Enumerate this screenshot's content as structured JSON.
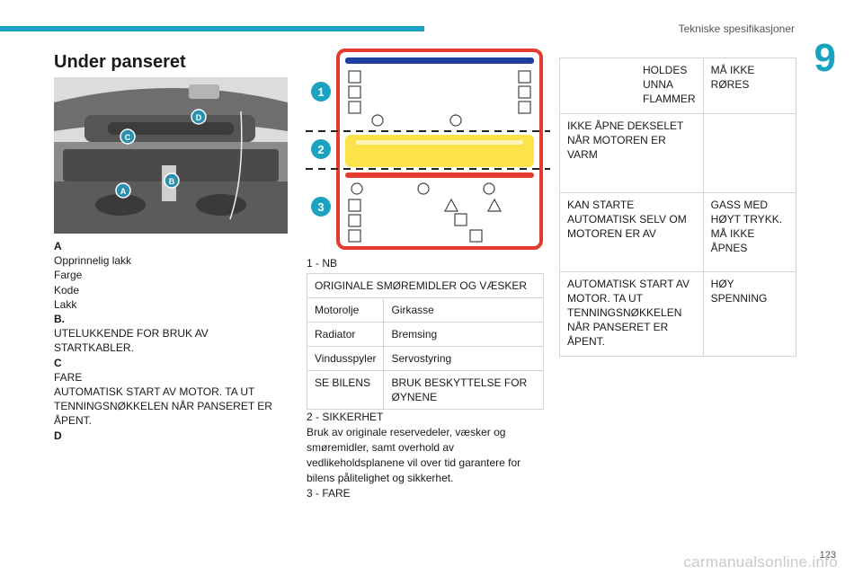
{
  "header": {
    "section_title": "Tekniske spesifikasjoner",
    "chapter_number": "9"
  },
  "page_title": "Under panseret",
  "photo_labels": {
    "a": "A",
    "b": "B",
    "c": "C",
    "d": "D"
  },
  "labels_list": [
    {
      "text": "A",
      "bold": true
    },
    {
      "text": "Opprinnelig lakk",
      "bold": false
    },
    {
      "text": "Farge",
      "bold": false
    },
    {
      "text": "Kode",
      "bold": false
    },
    {
      "text": "Lakk",
      "bold": false
    },
    {
      "text": "B.",
      "bold": true
    },
    {
      "text": "UTELUKKENDE FOR BRUK AV STARTKABLER.",
      "bold": false
    },
    {
      "text": "C",
      "bold": true
    },
    {
      "text": "FARE",
      "bold": false
    },
    {
      "text": "AUTOMATISK START AV MOTOR. TA UT TENNINGSNØKKELEN NÅR PANSERET ER ÅPENT.",
      "bold": false
    },
    {
      "text": "D",
      "bold": true
    }
  ],
  "diagram": {
    "markers": [
      "1",
      "2",
      "3"
    ]
  },
  "section1_caption": "1 - NB",
  "table1": {
    "header": "ORIGINALE SMØREMIDLER OG VÆSKER",
    "rows": [
      [
        "Motorolje",
        "Girkasse"
      ],
      [
        "Radiator",
        "Bremsing"
      ],
      [
        "Vindusspyler",
        "Servostyring"
      ],
      [
        "SE BILENS",
        "BRUK BESKYTTELSE FOR ØYNENE"
      ]
    ]
  },
  "section2": {
    "caption": "2 - SIKKERHET",
    "body": "Bruk av originale reservedeler, væsker og smøremidler, samt overhold av vedlikeholdsplanene vil over tid garantere for bilens pålitelighet og sikkerhet."
  },
  "section3_caption": "3 - FARE",
  "table2": {
    "rows": [
      [
        "",
        "HOLDES UNNA FLAMMER",
        "MÅ IKKE RØRES"
      ],
      [
        "IKKE ÅPNE DEKSELET NÅR MOTOREN ER VARM",
        "",
        ""
      ],
      [
        "KAN STARTE AUTOMATISK SELV OM MOTOREN ER AV",
        "GASS MED HØYT TRYKK. MÅ IKKE ÅPNES"
      ],
      [
        "AUTOMATISK START AV MOTOR. TA UT TENNINGSNØKKELEN NÅR PANSERET ER ÅPENT.",
        "HØY SPENNING"
      ]
    ]
  },
  "page_number": "123",
  "watermark": "carmanualsonline.info",
  "colors": {
    "accent": "#1aa3c1",
    "label_frame": "#e53a2e",
    "blue_band": "#1d3f9e",
    "yellow_band": "#fde34a"
  }
}
